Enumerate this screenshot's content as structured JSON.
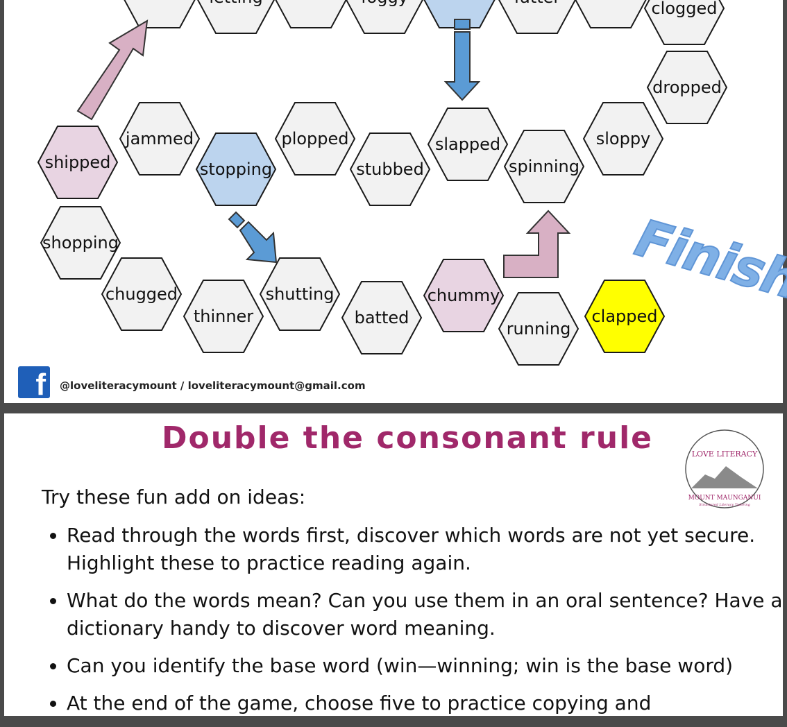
{
  "board": {
    "words": [
      "letting",
      "foggy",
      "fatter",
      "clogged",
      "dropped",
      "jammed",
      "plopped",
      "slapped",
      "sloppy",
      "shipped",
      "stopping",
      "stubbed",
      "spinning",
      "shopping",
      "chugged",
      "thinner",
      "shutting",
      "batted",
      "chummy",
      "running",
      "clapped"
    ],
    "finish_label": "Finish",
    "colors": {
      "pink": "#e8d4e2",
      "blue": "#bcd4ee",
      "yellow": "#ffff00",
      "grey": "#f2f2f2",
      "arrow_pink": "#d8b0c4",
      "arrow_blue": "#5b9bd5"
    }
  },
  "footer": {
    "facebook_icon": "facebook-icon",
    "facebook_glyph": "f",
    "contact": "@loveliteracymount / loveliteracymount@gmail.com"
  },
  "page2": {
    "title": "Double the consonant rule",
    "intro": "Try these fun add on ideas:",
    "tips": [
      "Read through the words first, discover which words are not yet secure. Highlight these to practice reading again.",
      "What do the words mean? Can you use them in an oral sentence? Have a dictionary handy to discover word meaning.",
      "Can you identify the base word (win—winning; win is the base word)",
      "At the end of the game, choose five to practice copying and"
    ],
    "logo": {
      "top": "LOVE LITERACY",
      "bottom": "MOUNT MAUNGANUI",
      "tagline": "Structured Literacy Tutoring"
    }
  }
}
